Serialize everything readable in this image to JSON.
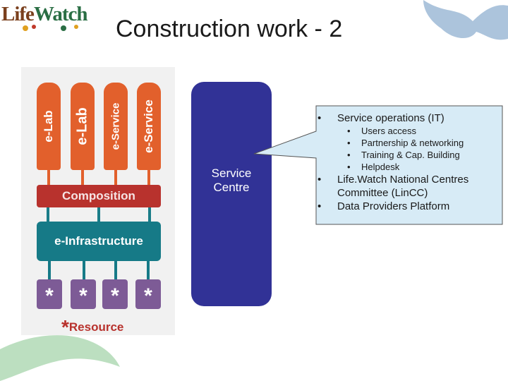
{
  "logo": {
    "part1": "Life",
    "part2": "Watch"
  },
  "title": "Construction work - 2",
  "diagram": {
    "pillars": [
      "e-Lab",
      "e-Lab",
      "e-Service",
      "e-Service"
    ],
    "composition": "Composition",
    "infrastructure": "e-Infrastructure",
    "resource_symbol": "*",
    "resource_legend": "Resource"
  },
  "service_centre": {
    "line1": "Service",
    "line2": "Centre"
  },
  "callout": {
    "bullet": "•",
    "items": [
      {
        "text": "Service operations (IT)",
        "subitems": [
          "Users access",
          "Partnership & networking",
          "Training & Cap. Building",
          "Helpdesk"
        ]
      },
      {
        "text": "Life.Watch National Centres Committee (LinCC)",
        "subitems": []
      },
      {
        "text": "Data Providers Platform",
        "subitems": []
      }
    ]
  },
  "colors": {
    "pillar": "#e2602c",
    "composition": "#b8322d",
    "infrastructure": "#167a87",
    "resource": "#7d5b96",
    "service_centre": "#313296",
    "callout_fill": "#d7ebf6"
  }
}
